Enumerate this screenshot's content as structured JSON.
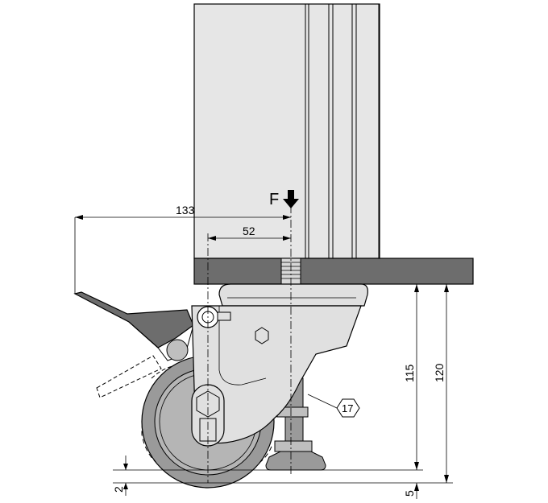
{
  "drawing": {
    "force_label": "F",
    "dimensions": {
      "overall_offset": "133",
      "axis_offset": "52",
      "height_to_base": "115",
      "height_to_top": "120",
      "ground_gap": "5",
      "wheel_clearance": "2"
    },
    "part_callout": "17"
  },
  "colors": {
    "profile_fill": "#e6e6e6",
    "plate_fill": "#6d6d6d",
    "wheel_fill": "#9a9a9a",
    "bracket_fill": "#e0e0e0",
    "outline": "#000000"
  }
}
